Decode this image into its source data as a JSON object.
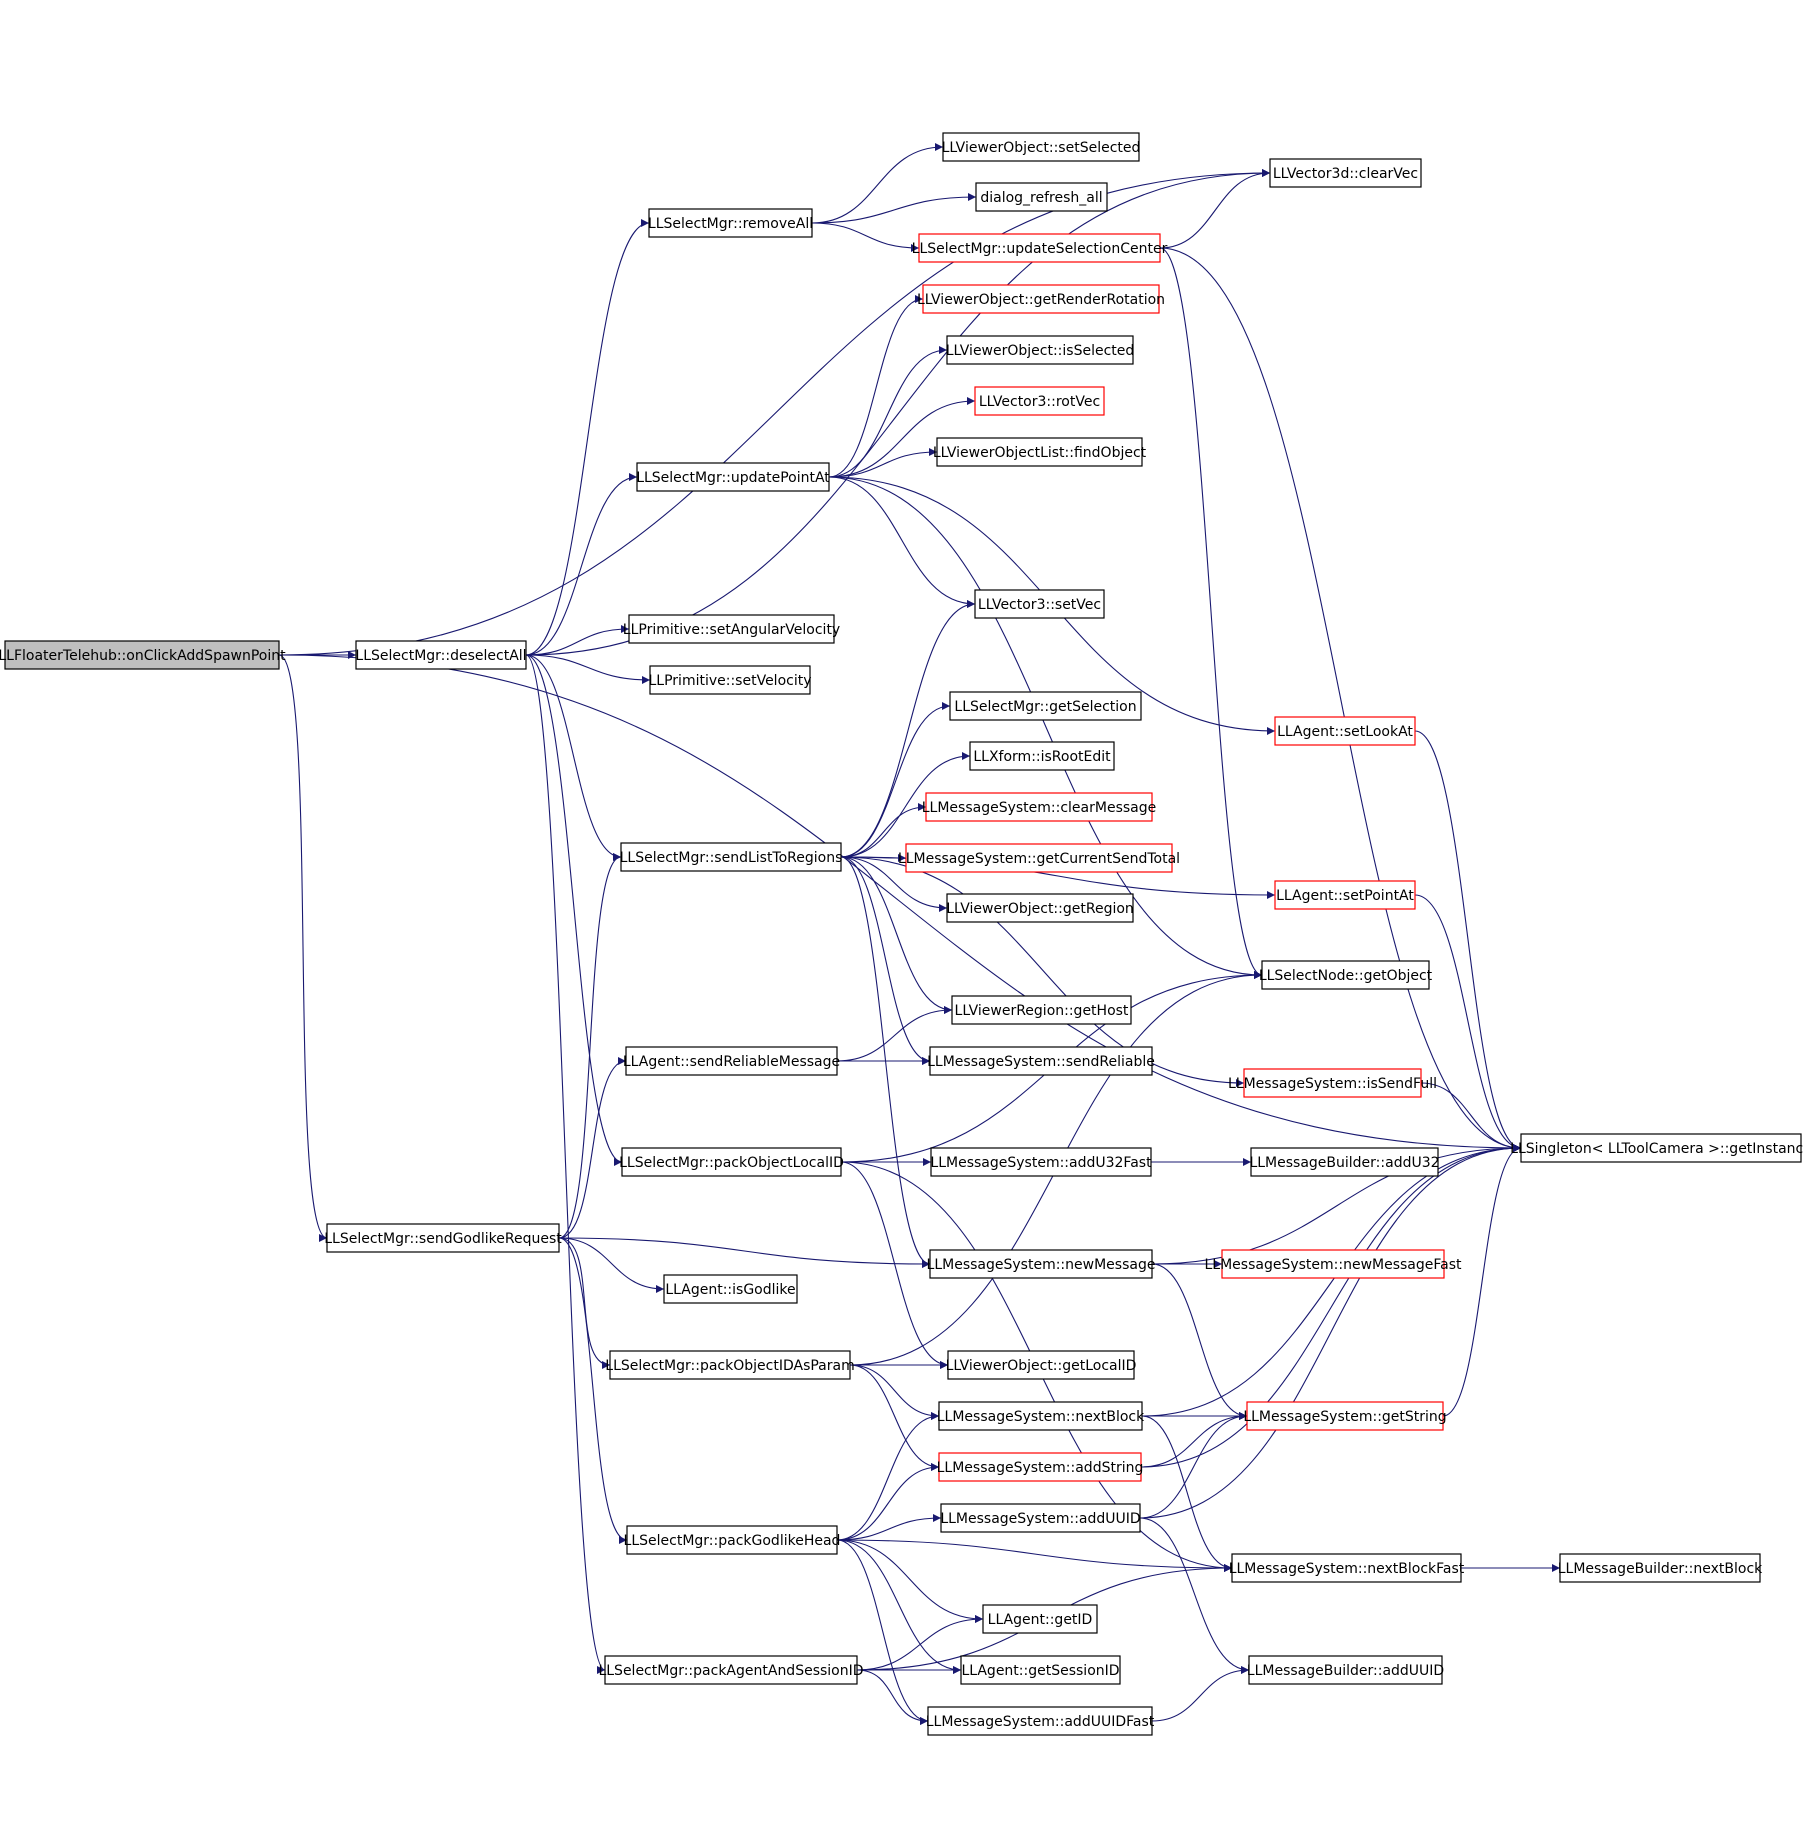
{
  "diagram": {
    "edge_color": "#191970",
    "root_fill": "#bfbfbf",
    "truncated_border_color": "#ff0000",
    "nodes": [
      {
        "id": "root",
        "label": "LLFloaterTelehub::onClickAddSpawnPoint",
        "style": "root"
      },
      {
        "id": "deselectAll",
        "label": "LLSelectMgr::deselectAll",
        "style": "normal"
      },
      {
        "id": "sendGodlikeRequest",
        "label": "LLSelectMgr::sendGodlikeRequest",
        "style": "normal"
      },
      {
        "id": "removeAll",
        "label": "LLSelectMgr::removeAll",
        "style": "normal"
      },
      {
        "id": "updatePointAt",
        "label": "LLSelectMgr::updatePointAt",
        "style": "normal"
      },
      {
        "id": "setAngularVelocity",
        "label": "LLPrimitive::setAngularVelocity",
        "style": "normal"
      },
      {
        "id": "setVelocity",
        "label": "LLPrimitive::setVelocity",
        "style": "normal"
      },
      {
        "id": "sendListToRegions",
        "label": "LLSelectMgr::sendListToRegions",
        "style": "normal"
      },
      {
        "id": "sendReliableMessage",
        "label": "LLAgent::sendReliableMessage",
        "style": "normal"
      },
      {
        "id": "packObjectLocalID",
        "label": "LLSelectMgr::packObjectLocalID",
        "style": "normal"
      },
      {
        "id": "isGodlike",
        "label": "LLAgent::isGodlike",
        "style": "normal"
      },
      {
        "id": "packObjectIDAsParam",
        "label": "LLSelectMgr::packObjectIDAsParam",
        "style": "normal"
      },
      {
        "id": "packGodlikeHead",
        "label": "LLSelectMgr::packGodlikeHead",
        "style": "normal"
      },
      {
        "id": "packAgentAndSessionID",
        "label": "LLSelectMgr::packAgentAndSessionID",
        "style": "normal"
      },
      {
        "id": "setSelected",
        "label": "LLViewerObject::setSelected",
        "style": "normal"
      },
      {
        "id": "dialogRefreshAll",
        "label": "dialog_refresh_all",
        "style": "normal"
      },
      {
        "id": "updateSelectionCenter",
        "label": "LLSelectMgr::updateSelectionCenter",
        "style": "truncated"
      },
      {
        "id": "getRenderRotation",
        "label": "LLViewerObject::getRenderRotation",
        "style": "truncated"
      },
      {
        "id": "isSelected",
        "label": "LLViewerObject::isSelected",
        "style": "normal"
      },
      {
        "id": "rotVec",
        "label": "LLVector3::rotVec",
        "style": "truncated"
      },
      {
        "id": "findObject",
        "label": "LLViewerObjectList::findObject",
        "style": "normal"
      },
      {
        "id": "setVec",
        "label": "LLVector3::setVec",
        "style": "normal"
      },
      {
        "id": "getSelection",
        "label": "LLSelectMgr::getSelection",
        "style": "normal"
      },
      {
        "id": "isRootEdit",
        "label": "LLXform::isRootEdit",
        "style": "normal"
      },
      {
        "id": "clearMessage",
        "label": "LLMessageSystem::clearMessage",
        "style": "truncated"
      },
      {
        "id": "getCurrentSendTotal",
        "label": "LLMessageSystem::getCurrentSendTotal",
        "style": "truncated"
      },
      {
        "id": "getRegion",
        "label": "LLViewerObject::getRegion",
        "style": "normal"
      },
      {
        "id": "getHost",
        "label": "LLViewerRegion::getHost",
        "style": "normal"
      },
      {
        "id": "sendReliable",
        "label": "LLMessageSystem::sendReliable",
        "style": "normal"
      },
      {
        "id": "addU32Fast",
        "label": "LLMessageSystem::addU32Fast",
        "style": "normal"
      },
      {
        "id": "newMessage",
        "label": "LLMessageSystem::newMessage",
        "style": "normal"
      },
      {
        "id": "getLocalID",
        "label": "LLViewerObject::getLocalID",
        "style": "normal"
      },
      {
        "id": "nextBlock",
        "label": "LLMessageSystem::nextBlock",
        "style": "normal"
      },
      {
        "id": "addString",
        "label": "LLMessageSystem::addString",
        "style": "truncated"
      },
      {
        "id": "addUUID",
        "label": "LLMessageSystem::addUUID",
        "style": "normal"
      },
      {
        "id": "getID",
        "label": "LLAgent::getID",
        "style": "normal"
      },
      {
        "id": "getSessionID",
        "label": "LLAgent::getSessionID",
        "style": "normal"
      },
      {
        "id": "addUUIDFast",
        "label": "LLMessageSystem::addUUIDFast",
        "style": "normal"
      },
      {
        "id": "clearVec",
        "label": "LLVector3d::clearVec",
        "style": "normal"
      },
      {
        "id": "setLookAt",
        "label": "LLAgent::setLookAt",
        "style": "truncated"
      },
      {
        "id": "setPointAt",
        "label": "LLAgent::setPointAt",
        "style": "truncated"
      },
      {
        "id": "getObject",
        "label": "LLSelectNode::getObject",
        "style": "normal"
      },
      {
        "id": "isSendFull",
        "label": "LLMessageSystem::isSendFull",
        "style": "truncated"
      },
      {
        "id": "addU32",
        "label": "LLMessageBuilder::addU32",
        "style": "normal"
      },
      {
        "id": "newMessageFast",
        "label": "LLMessageSystem::newMessageFast",
        "style": "truncated"
      },
      {
        "id": "getString",
        "label": "LLMessageSystem::getString",
        "style": "truncated"
      },
      {
        "id": "nextBlockFast",
        "label": "LLMessageSystem::nextBlockFast",
        "style": "normal"
      },
      {
        "id": "addUUIDBuilder",
        "label": "LLMessageBuilder::addUUID",
        "style": "normal"
      },
      {
        "id": "getInstance",
        "label": "LLSingleton< LLToolCamera >::getInstance",
        "style": "normal"
      },
      {
        "id": "nextBlockBuilder",
        "label": "LLMessageBuilder::nextBlock",
        "style": "normal"
      }
    ],
    "edges": [
      [
        "root",
        "deselectAll"
      ],
      [
        "root",
        "sendGodlikeRequest"
      ],
      [
        "root",
        "clearVec"
      ],
      [
        "root",
        "getInstance"
      ],
      [
        "deselectAll",
        "removeAll"
      ],
      [
        "deselectAll",
        "updatePointAt"
      ],
      [
        "deselectAll",
        "setAngularVelocity"
      ],
      [
        "deselectAll",
        "setVelocity"
      ],
      [
        "deselectAll",
        "sendListToRegions"
      ],
      [
        "deselectAll",
        "packObjectLocalID"
      ],
      [
        "deselectAll",
        "packAgentAndSessionID"
      ],
      [
        "deselectAll",
        "clearVec"
      ],
      [
        "removeAll",
        "setSelected"
      ],
      [
        "removeAll",
        "dialogRefreshAll"
      ],
      [
        "removeAll",
        "updateSelectionCenter"
      ],
      [
        "updateSelectionCenter",
        "clearVec"
      ],
      [
        "updateSelectionCenter",
        "getInstance"
      ],
      [
        "updateSelectionCenter",
        "getObject"
      ],
      [
        "updatePointAt",
        "getRenderRotation"
      ],
      [
        "updatePointAt",
        "isSelected"
      ],
      [
        "updatePointAt",
        "rotVec"
      ],
      [
        "updatePointAt",
        "findObject"
      ],
      [
        "updatePointAt",
        "setVec"
      ],
      [
        "updatePointAt",
        "setLookAt"
      ],
      [
        "updatePointAt",
        "getObject"
      ],
      [
        "sendListToRegions",
        "setVec"
      ],
      [
        "sendListToRegions",
        "getSelection"
      ],
      [
        "sendListToRegions",
        "isRootEdit"
      ],
      [
        "sendListToRegions",
        "clearMessage"
      ],
      [
        "sendListToRegions",
        "getCurrentSendTotal"
      ],
      [
        "sendListToRegions",
        "getRegion"
      ],
      [
        "sendListToRegions",
        "getHost"
      ],
      [
        "sendListToRegions",
        "sendReliable"
      ],
      [
        "sendListToRegions",
        "isSendFull"
      ],
      [
        "sendListToRegions",
        "newMessage"
      ],
      [
        "sendListToRegions",
        "setPointAt"
      ],
      [
        "sendGodlikeRequest",
        "sendListToRegions"
      ],
      [
        "sendGodlikeRequest",
        "sendReliableMessage"
      ],
      [
        "sendGodlikeRequest",
        "newMessage"
      ],
      [
        "sendGodlikeRequest",
        "isGodlike"
      ],
      [
        "sendGodlikeRequest",
        "packObjectIDAsParam"
      ],
      [
        "sendGodlikeRequest",
        "packGodlikeHead"
      ],
      [
        "sendReliableMessage",
        "getHost"
      ],
      [
        "sendReliableMessage",
        "sendReliable"
      ],
      [
        "packObjectLocalID",
        "addU32Fast"
      ],
      [
        "packObjectLocalID",
        "getObject"
      ],
      [
        "packObjectLocalID",
        "getLocalID"
      ],
      [
        "packObjectLocalID",
        "nextBlockFast"
      ],
      [
        "addU32Fast",
        "addU32"
      ],
      [
        "newMessage",
        "newMessageFast"
      ],
      [
        "newMessage",
        "getString"
      ],
      [
        "newMessage",
        "getInstance"
      ],
      [
        "packObjectIDAsParam",
        "getLocalID"
      ],
      [
        "packObjectIDAsParam",
        "nextBlock"
      ],
      [
        "packObjectIDAsParam",
        "addString"
      ],
      [
        "packObjectIDAsParam",
        "getObject"
      ],
      [
        "nextBlock",
        "getString"
      ],
      [
        "nextBlock",
        "nextBlockFast"
      ],
      [
        "nextBlock",
        "getInstance"
      ],
      [
        "addString",
        "getString"
      ],
      [
        "addString",
        "getInstance"
      ],
      [
        "packGodlikeHead",
        "nextBlock"
      ],
      [
        "packGodlikeHead",
        "addString"
      ],
      [
        "packGodlikeHead",
        "addUUID"
      ],
      [
        "packGodlikeHead",
        "nextBlockFast"
      ],
      [
        "packGodlikeHead",
        "getID"
      ],
      [
        "packGodlikeHead",
        "getSessionID"
      ],
      [
        "packGodlikeHead",
        "addUUIDFast"
      ],
      [
        "addUUID",
        "getString"
      ],
      [
        "addUUID",
        "getInstance"
      ],
      [
        "addUUID",
        "addUUIDBuilder"
      ],
      [
        "packAgentAndSessionID",
        "getID"
      ],
      [
        "packAgentAndSessionID",
        "getSessionID"
      ],
      [
        "packAgentAndSessionID",
        "addUUIDFast"
      ],
      [
        "packAgentAndSessionID",
        "nextBlockFast"
      ],
      [
        "addUUIDFast",
        "addUUIDBuilder"
      ],
      [
        "getString",
        "getInstance"
      ],
      [
        "nextBlockFast",
        "nextBlockBuilder"
      ],
      [
        "setLookAt",
        "getInstance"
      ],
      [
        "setPointAt",
        "getInstance"
      ],
      [
        "isSendFull",
        "getInstance"
      ]
    ]
  }
}
